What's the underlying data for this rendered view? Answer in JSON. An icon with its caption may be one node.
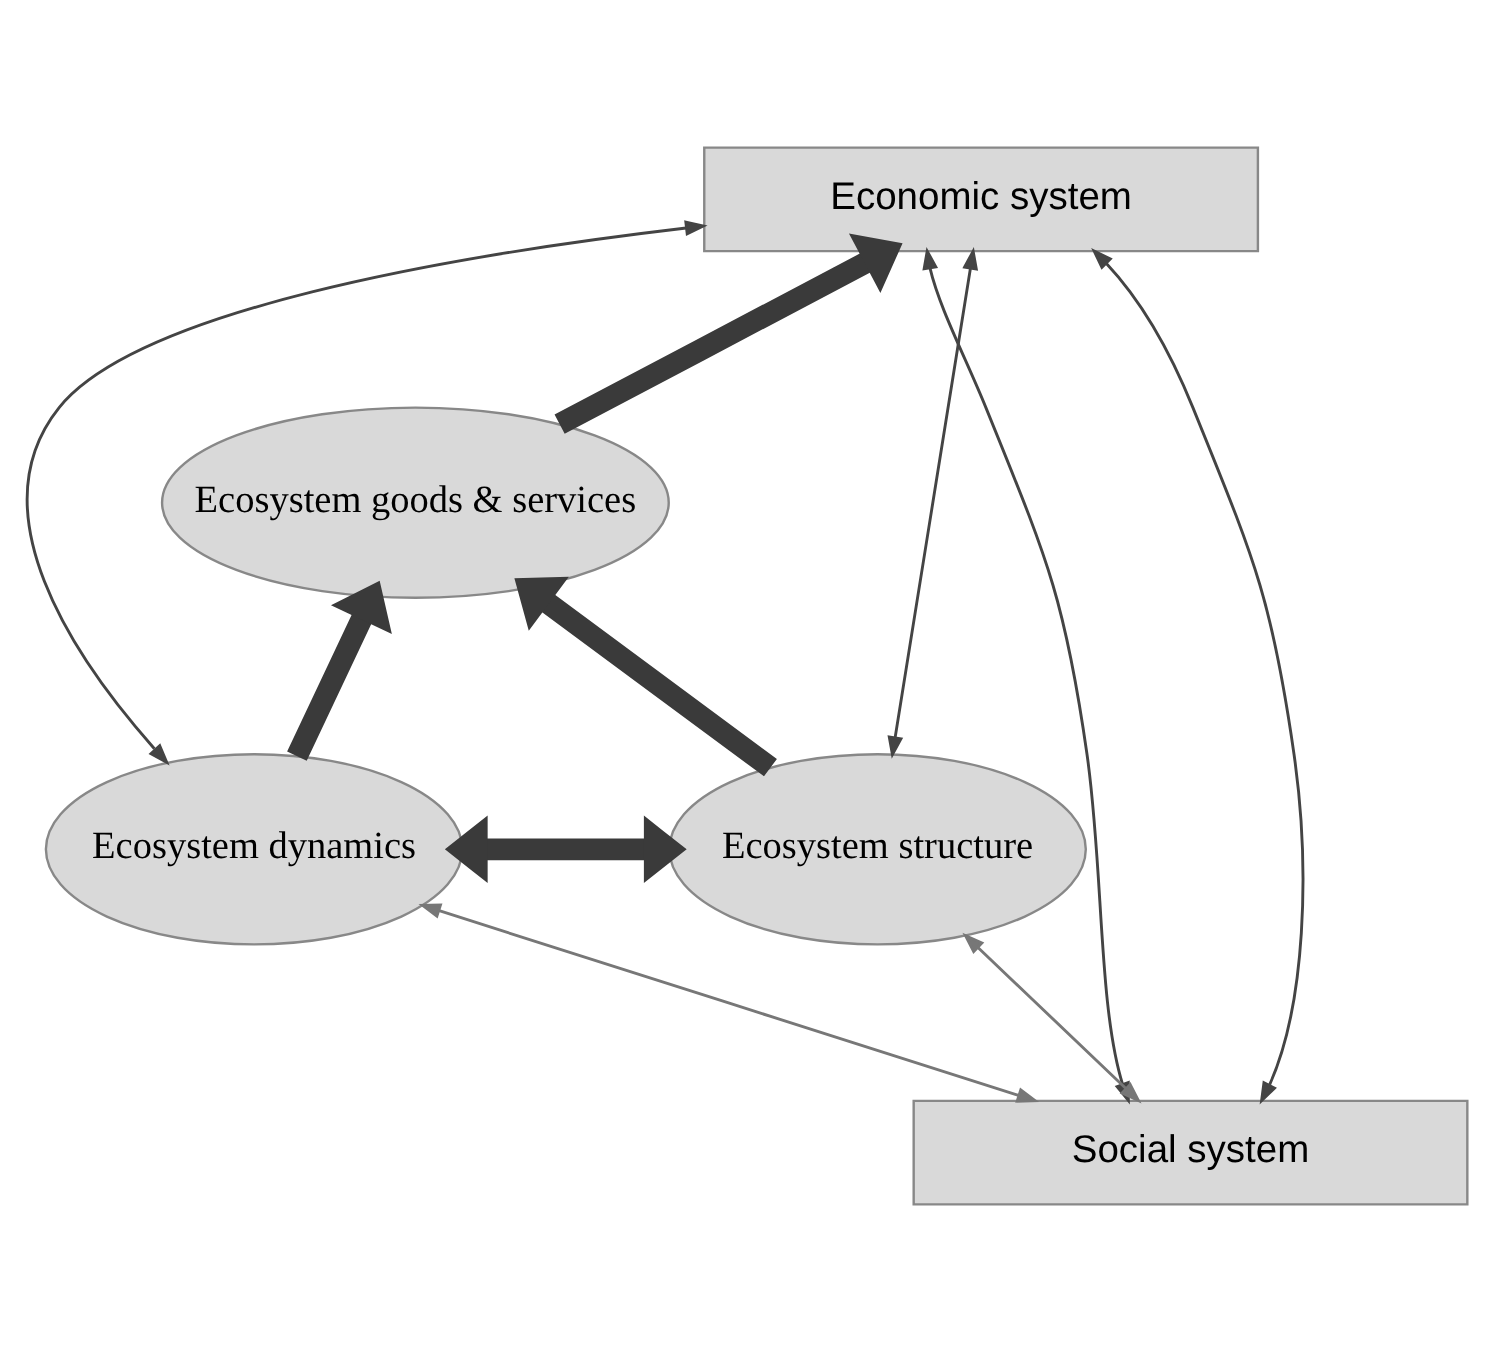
{
  "diagram": {
    "nodes": [
      {
        "text": [
          "Economic system"
        ]
      },
      {
        "text": [
          "Ecosystem goods & services"
        ]
      },
      {
        "text": [
          "Ecosystem dynamics"
        ]
      },
      {
        "text": [
          "Ecosystem structure"
        ]
      },
      {
        "text": [
          "Social system"
        ]
      }
    ],
    "edges": [
      {
        "from": 1,
        "to": 0,
        "arrow": "to",
        "style": "thick"
      },
      {
        "from": 2,
        "to": 1,
        "arrow": "to",
        "style": "thick"
      },
      {
        "from": 3,
        "to": 1,
        "arrow": "to",
        "style": "thick"
      },
      {
        "from": 2,
        "to": 3,
        "arrow": "both",
        "style": "thick"
      },
      {
        "from": 0,
        "to": 2,
        "arrow": "both"
      },
      {
        "from": 0,
        "to": 3,
        "arrow": "both"
      },
      {
        "from": 0,
        "to": 4,
        "arrow": "both"
      },
      {
        "from": 0,
        "to": 4,
        "arrow": "both"
      },
      {
        "from": 2,
        "to": 4,
        "arrow": "both",
        "color": "#777777"
      },
      {
        "from": 3,
        "to": 4,
        "arrow": "both",
        "color": "#777777"
      }
    ]
  }
}
